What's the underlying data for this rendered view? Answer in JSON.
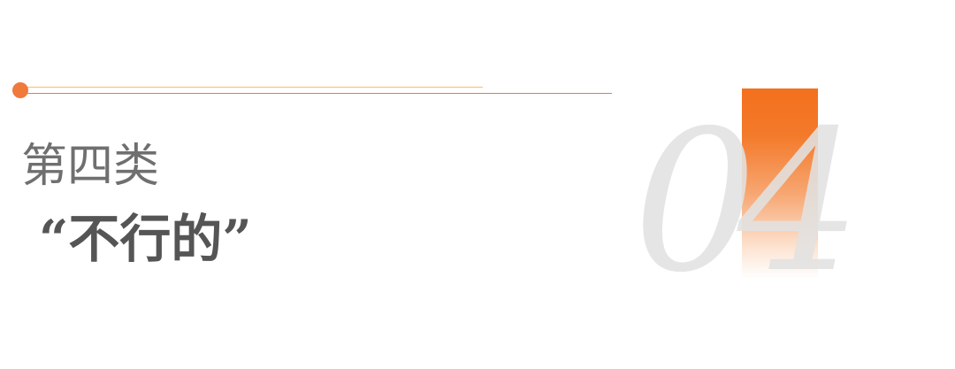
{
  "section": {
    "label": "第四类",
    "title": "“不行的”",
    "number": "04"
  },
  "colors": {
    "accent": "#ef7a3c",
    "accent_light": "#f6c35a",
    "text": "#6f6f6f",
    "number_gray": "#e1e1e1"
  }
}
